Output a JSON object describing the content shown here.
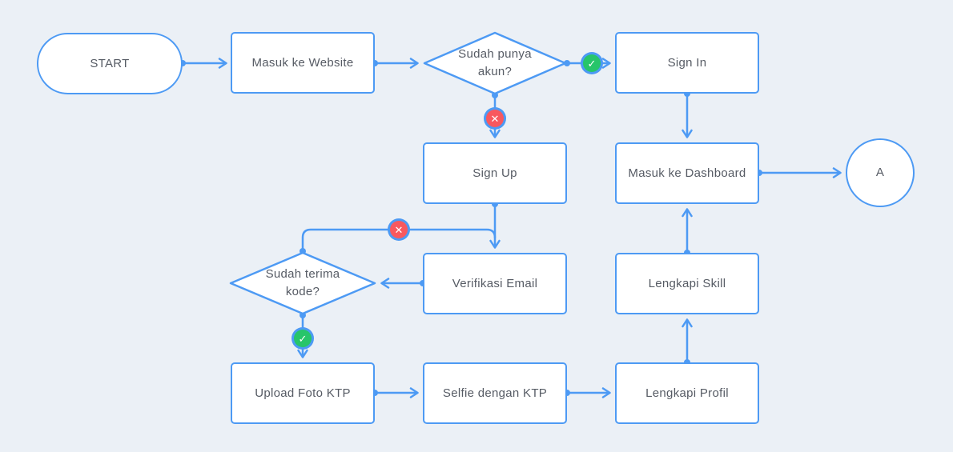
{
  "colors": {
    "background": "#ebf0f6",
    "accent": "#4d9af4",
    "node_fill": "#ffffff",
    "text": "#565b64",
    "yes_green": "#27c56a",
    "no_red": "#f8585f"
  },
  "nodes": {
    "start": {
      "label": "START",
      "type": "terminator"
    },
    "masuk_website": {
      "label": "Masuk ke Website",
      "type": "process"
    },
    "sudah_punya_akun": {
      "label": "Sudah punya akun?",
      "type": "decision"
    },
    "sign_in": {
      "label": "Sign In",
      "type": "process"
    },
    "sign_up": {
      "label": "Sign Up",
      "type": "process"
    },
    "masuk_dashboard": {
      "label": "Masuk ke Dashboard",
      "type": "process"
    },
    "connector_a": {
      "label": "A",
      "type": "connector"
    },
    "verifikasi_email": {
      "label": "Verifikasi Email",
      "type": "process"
    },
    "sudah_terima_kode": {
      "label": "Sudah terima kode?",
      "type": "decision"
    },
    "upload_foto_ktp": {
      "label": "Upload Foto KTP",
      "type": "process"
    },
    "selfie_dengan_ktp": {
      "label": "Selfie dengan KTP",
      "type": "process"
    },
    "lengkapi_profil": {
      "label": "Lengkapi Profil",
      "type": "process"
    },
    "lengkapi_skill": {
      "label": "Lengkapi Skill",
      "type": "process"
    }
  },
  "icons": {
    "yes_check": {
      "glyph": "✓"
    },
    "no_cross": {
      "glyph": "✕"
    }
  },
  "edges": [
    {
      "from": "start",
      "to": "masuk_website"
    },
    {
      "from": "masuk_website",
      "to": "sudah_punya_akun"
    },
    {
      "from": "sudah_punya_akun",
      "to": "sign_in",
      "branch": "yes"
    },
    {
      "from": "sudah_punya_akun",
      "to": "sign_up",
      "branch": "no"
    },
    {
      "from": "sign_in",
      "to": "masuk_dashboard"
    },
    {
      "from": "masuk_dashboard",
      "to": "connector_a"
    },
    {
      "from": "sign_up",
      "to": "verifikasi_email"
    },
    {
      "from": "verifikasi_email",
      "to": "sudah_terima_kode"
    },
    {
      "from": "sudah_terima_kode",
      "to": "verifikasi_email",
      "branch": "no"
    },
    {
      "from": "sudah_terima_kode",
      "to": "upload_foto_ktp",
      "branch": "yes"
    },
    {
      "from": "upload_foto_ktp",
      "to": "selfie_dengan_ktp"
    },
    {
      "from": "selfie_dengan_ktp",
      "to": "lengkapi_profil"
    },
    {
      "from": "lengkapi_profil",
      "to": "lengkapi_skill"
    },
    {
      "from": "lengkapi_skill",
      "to": "masuk_dashboard"
    }
  ]
}
